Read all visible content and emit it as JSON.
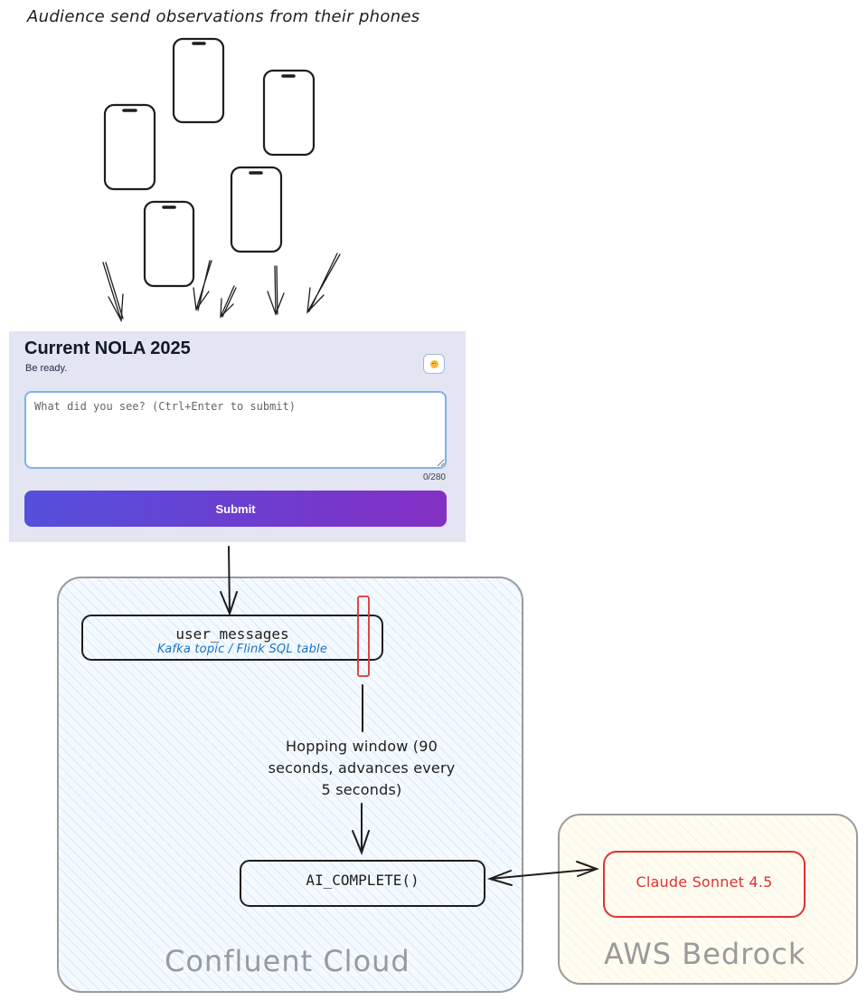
{
  "caption": "Audience send observations from their phones",
  "phones": {
    "count": 5,
    "icon": "phone-icon"
  },
  "form": {
    "title": "Current NOLA 2025",
    "subtitle": "Be ready.",
    "emoji_button_icon": "smiley-face-icon",
    "input_value": "",
    "input_placeholder": "What did you see? (Ctrl+Enter to submit)",
    "char_count": "0/280",
    "submit_label": "Submit",
    "submit_gradient": [
      "#5450dc",
      "#8430c4"
    ],
    "panel_color": "#e3e5f3"
  },
  "confluent": {
    "zone_label": "Confluent Cloud",
    "zone_fill": "#a5d8ff",
    "user_messages": {
      "title": "user_messages",
      "subtitle": "Kafka topic / Flink SQL table"
    },
    "hopping_window_label": "Hopping window (90 seconds, advances every 5 seconds)",
    "ai_complete_label": "AI_COMPLETE()"
  },
  "bedrock": {
    "zone_label": "AWS Bedrock",
    "zone_fill": "#fff3bf",
    "model_label": "Claude Sonnet 4.5",
    "model_color": "#e03131"
  },
  "colors": {
    "stroke": "#1e1e1e",
    "zone_border": "#9a9a9a",
    "highlight": "#e03131",
    "subtitle_blue": "#1971c2"
  }
}
